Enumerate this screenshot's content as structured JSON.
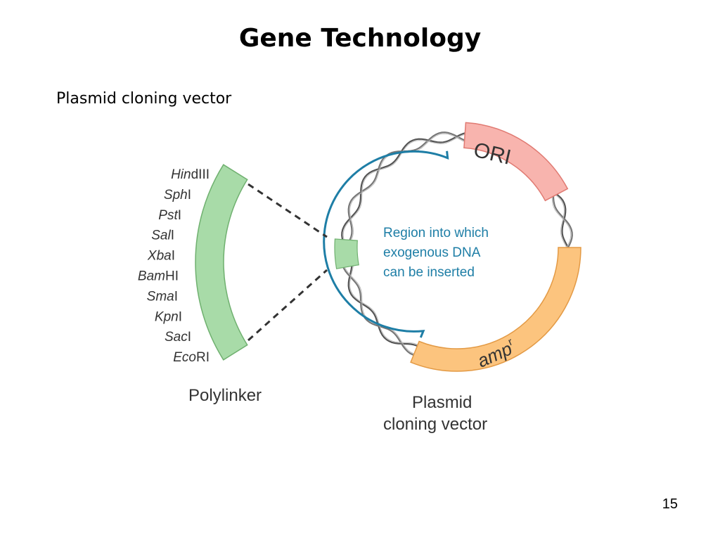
{
  "slide": {
    "title": "Gene Technology",
    "subtitle": "Plasmid cloning vector",
    "page_number": "15"
  },
  "diagram": {
    "polylinker_label": "Polylinker",
    "restriction_sites": [
      {
        "italic": "Hin",
        "roman": "dIII"
      },
      {
        "italic": "Sph",
        "roman": "I"
      },
      {
        "italic": "Pst",
        "roman": "I"
      },
      {
        "italic": "Sal",
        "roman": "I"
      },
      {
        "italic": "Xba",
        "roman": "I"
      },
      {
        "italic": "Bam",
        "roman": "HI"
      },
      {
        "italic": "Sma",
        "roman": "I"
      },
      {
        "italic": "Kpn",
        "roman": "I"
      },
      {
        "italic": "Sac",
        "roman": "I"
      },
      {
        "italic": "Eco",
        "roman": "RI"
      }
    ],
    "ori_label": "ORI",
    "amp_label": "amp",
    "amp_superscript": "r",
    "region_label_lines": [
      "Region into which",
      "exogenous DNA",
      "can  be inserted"
    ],
    "plasmid_label_lines": [
      "Plasmid",
      "cloning vector"
    ],
    "colors": {
      "polylinker": "#a8dba8",
      "ori": "#f8b4ae",
      "amp": "#fcc47e",
      "insert_region": "#1e7ea6",
      "dna": "#666666"
    }
  }
}
